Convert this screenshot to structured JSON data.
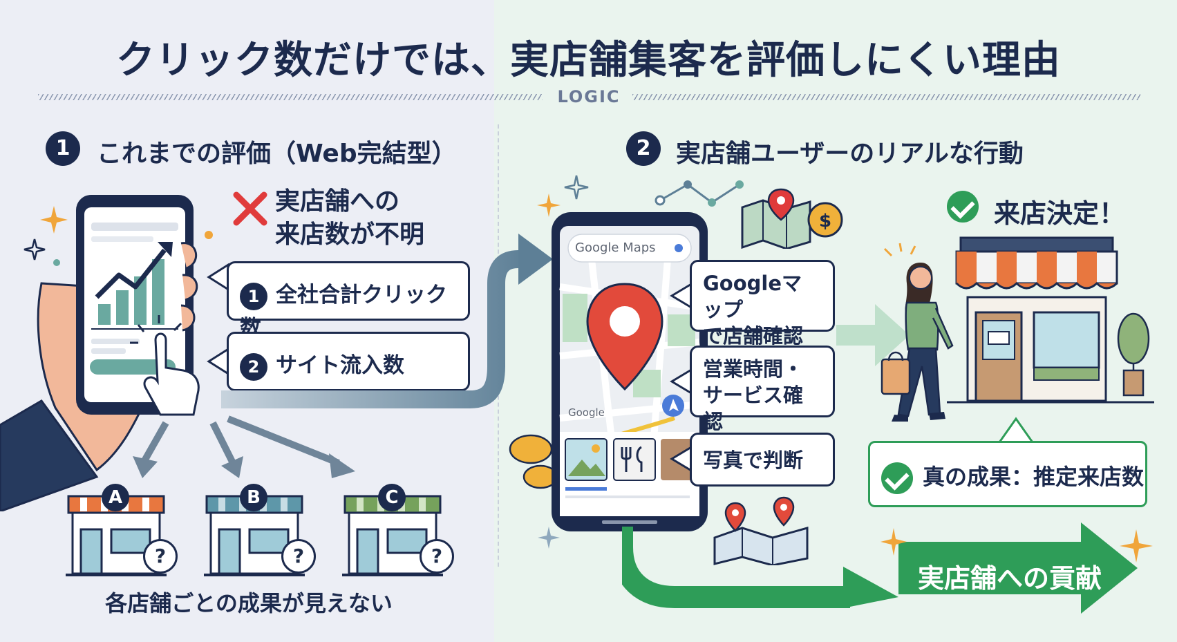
{
  "title": "クリック数だけでは、実店舗集客を評価しにくい理由",
  "divider_label": "LOGIC",
  "left": {
    "number": "1",
    "heading": "これまでの評価（Web完結型）",
    "problem_text": [
      "実店舗への",
      "来店数が不明"
    ],
    "metrics": [
      {
        "number": "1",
        "label": "全社合計クリック数"
      },
      {
        "number": "2",
        "label": "サイト流入数"
      }
    ],
    "stores": [
      {
        "letter": "A",
        "mark": "?",
        "color": "#e8773f"
      },
      {
        "letter": "B",
        "mark": "?",
        "color": "#5e97a9"
      },
      {
        "letter": "C",
        "mark": "?",
        "color": "#76a25c"
      }
    ],
    "caption": "各店舗ごとの成果が見えない"
  },
  "right": {
    "number": "2",
    "heading": "実店舗ユーザーのリアルな行動",
    "search_bar": "Google Maps",
    "map_watermark": "Google",
    "actions": [
      [
        "Googleマップ",
        "で店舗確認"
      ],
      [
        "営業時間・",
        "サービス確認"
      ],
      [
        "写真で判断"
      ]
    ],
    "decision": "来店決定！",
    "result": "真の成果：推定来店数",
    "contribution": "実店舗への貢献"
  },
  "colors": {
    "navy": "#1c2a4d",
    "green": "#2e9d58",
    "red": "#e03b3b",
    "teal": "#6aa9a0",
    "orange": "#e8773f"
  },
  "icons": [
    "phone-chart-icon",
    "hand-icon",
    "pointer-hand-icon",
    "cross-icon",
    "store-icon",
    "question-icon",
    "map-pin-icon",
    "folded-map-icon",
    "coin-icon",
    "sparkle-icon",
    "woman-shopper-icon",
    "shop-front-icon",
    "check-icon",
    "arrow-icon",
    "mic-icon",
    "navigation-icon",
    "image-icon",
    "cutlery-icon"
  ]
}
